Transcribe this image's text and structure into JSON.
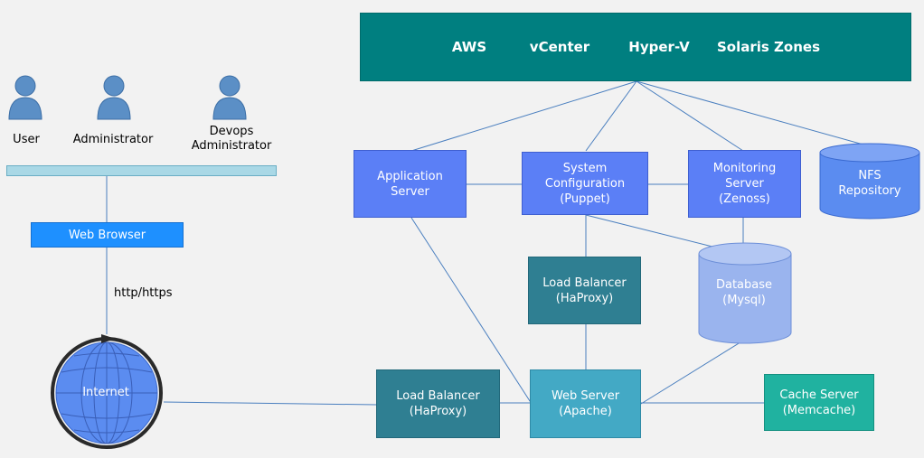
{
  "platforms": [
    "AWS",
    "vCenter",
    "Hyper-V",
    "Solaris Zones"
  ],
  "users": [
    "User",
    "Administrator",
    [
      "Devops",
      "Administrator"
    ]
  ],
  "web_browser": "Web Browser",
  "protocol": "http/https",
  "internet": "Internet",
  "nodes": {
    "app_server": [
      "Application",
      "Server"
    ],
    "sys_config": [
      "System",
      "Configuration",
      "(Puppet)"
    ],
    "monitoring": [
      "Monitoring",
      "Server",
      "(Zenoss)"
    ],
    "nfs": [
      "NFS",
      "Repository"
    ],
    "lb_inner": [
      "Load Balancer",
      "(HaProxy)"
    ],
    "database": [
      "Database",
      "(Mysql)"
    ],
    "lb_outer": [
      "Load Balancer",
      "(HaProxy)"
    ],
    "web_server": [
      "Web Server",
      "(Apache)"
    ],
    "cache": [
      "Cache Server",
      "(Memcache)"
    ]
  },
  "colors": {
    "background": "#f2f2f2",
    "platform_bar": "#007f80",
    "server_blue": "#5b7ff6",
    "load_balancer": "#2f7f92",
    "web_server": "#43a9c5",
    "cache_server": "#20b2a0",
    "storage": "#8fa9e8",
    "person": "#5b8fc6",
    "connector": "#4a7fbf"
  },
  "icons": [
    "person-icon",
    "globe-icon",
    "cylinder-icon"
  ]
}
